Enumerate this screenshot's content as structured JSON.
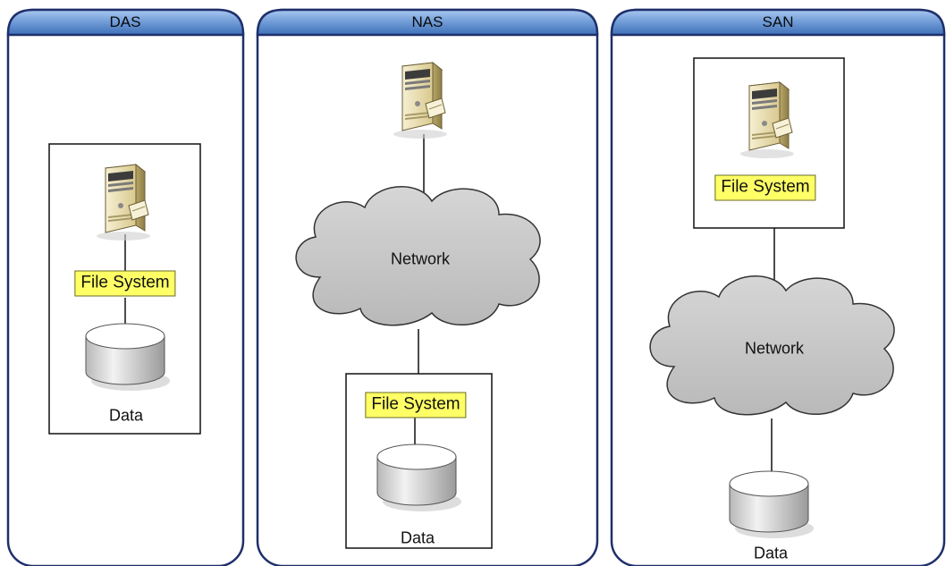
{
  "panels": [
    {
      "title": "DAS"
    },
    {
      "title": "NAS"
    },
    {
      "title": "SAN"
    }
  ],
  "labels": {
    "file_system": "File System",
    "network": "Network",
    "data": "Data"
  },
  "colors": {
    "header_top": "#9cc0ec",
    "header_bottom": "#3b6fb7",
    "panel_border": "#1f2f6b",
    "file_system_bg": "#ffff66",
    "cloud_fill": "#c8c8c8",
    "server_body": "#eadfb6"
  },
  "icons": [
    "server-icon",
    "cloud-icon",
    "disk-icon"
  ]
}
